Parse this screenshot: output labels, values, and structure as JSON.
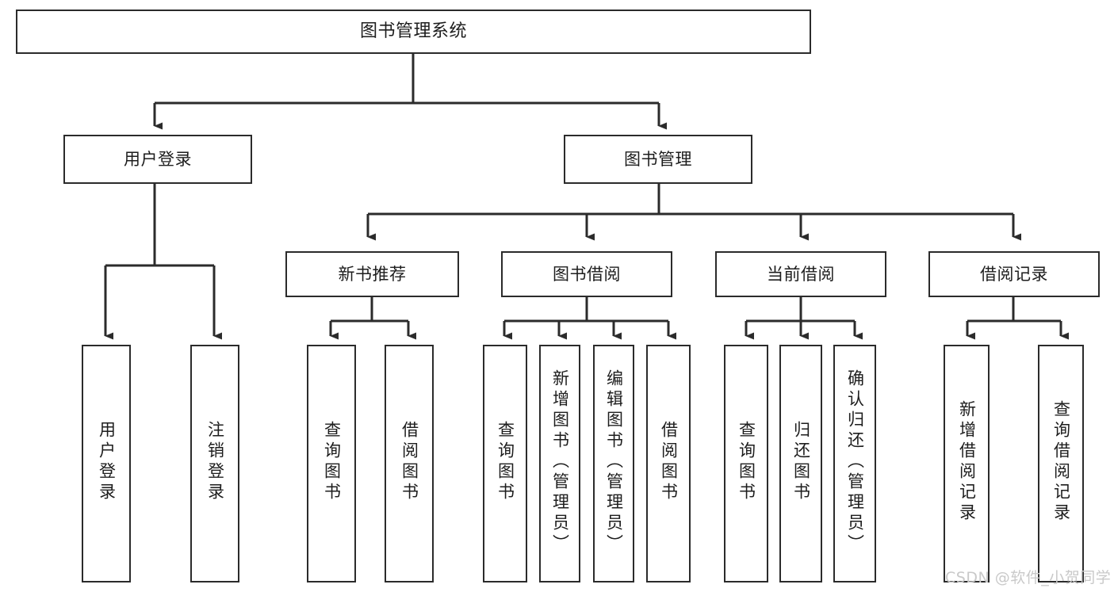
{
  "diagram": {
    "type": "tree-hierarchy",
    "title": "图书管理系统",
    "levels": 4,
    "root": {
      "label": "图书管理系统"
    },
    "level2": [
      {
        "label": "用户登录"
      },
      {
        "label": "图书管理"
      }
    ],
    "level3": [
      {
        "label": "新书推荐"
      },
      {
        "label": "图书借阅"
      },
      {
        "label": "当前借阅"
      },
      {
        "label": "借阅记录"
      }
    ],
    "leaves": {
      "user_login": [
        {
          "label": "用户登录"
        },
        {
          "label": "注销登录"
        }
      ],
      "new_book_recommend": [
        {
          "label": "查询图书"
        },
        {
          "label": "借阅图书"
        }
      ],
      "book_borrow": [
        {
          "label": "查询图书"
        },
        {
          "label": "新增图书（管理员）"
        },
        {
          "label": "编辑图书（管理员）"
        },
        {
          "label": "借阅图书"
        }
      ],
      "current_borrow": [
        {
          "label": "查询图书"
        },
        {
          "label": "归还图书"
        },
        {
          "label": "确认归还（管理员）"
        }
      ],
      "borrow_record": [
        {
          "label": "新增借阅记录"
        },
        {
          "label": "查询借阅记录"
        }
      ]
    }
  },
  "watermark": {
    "text": "CSDN @软件_小贺同学"
  },
  "colors": {
    "border": "#2b2b2b",
    "text": "#1d1d1d",
    "background": "#ffffff",
    "watermark": "#c9c9c9"
  }
}
